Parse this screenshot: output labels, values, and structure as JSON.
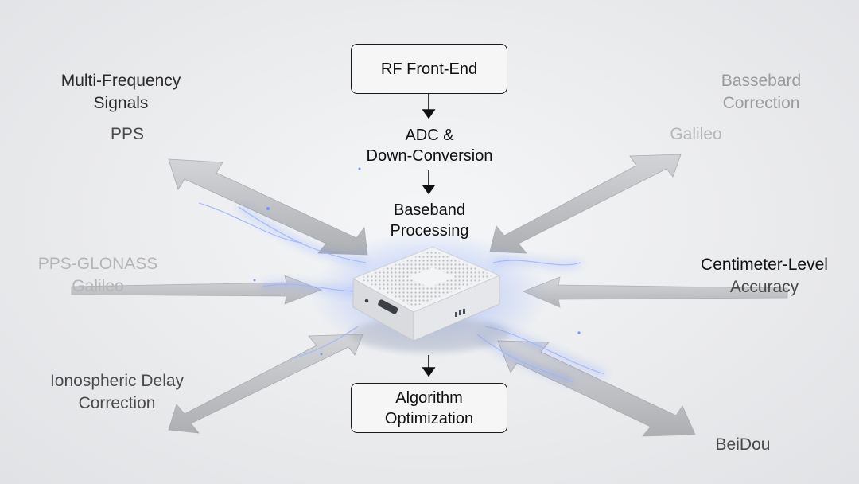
{
  "flow": {
    "rf_front_end": "RF Front-End",
    "adc_line1": "ADC &",
    "adc_line2": "Down-Conversion",
    "baseband_line1": "Baseband",
    "baseband_line2": "Processing",
    "algo_line1": "Algorithm",
    "algo_line2": "Optimization"
  },
  "labels": {
    "multi_freq_line1": "Multi-Frequency",
    "multi_freq_line2": "Signals",
    "pps": "PPS",
    "pps_glonass": "PPS-GLONASS",
    "galileo_left": "Galileo",
    "iono_line1": "Ionospheric Delay",
    "iono_line2": "Correction",
    "bassebard_line1": "Bassebard",
    "bassebard_line2": "Correction",
    "galileo_right": "Galileo",
    "cm_line1": "Centimeter-Level",
    "cm_line2": "Accuracy",
    "beidou": "BeiDou"
  },
  "colors": {
    "arrow_fill": "#bfc0c3",
    "arrow_edge": "#a9aaad",
    "glow": "#4d7cff",
    "device_body": "#f1f2f4"
  }
}
